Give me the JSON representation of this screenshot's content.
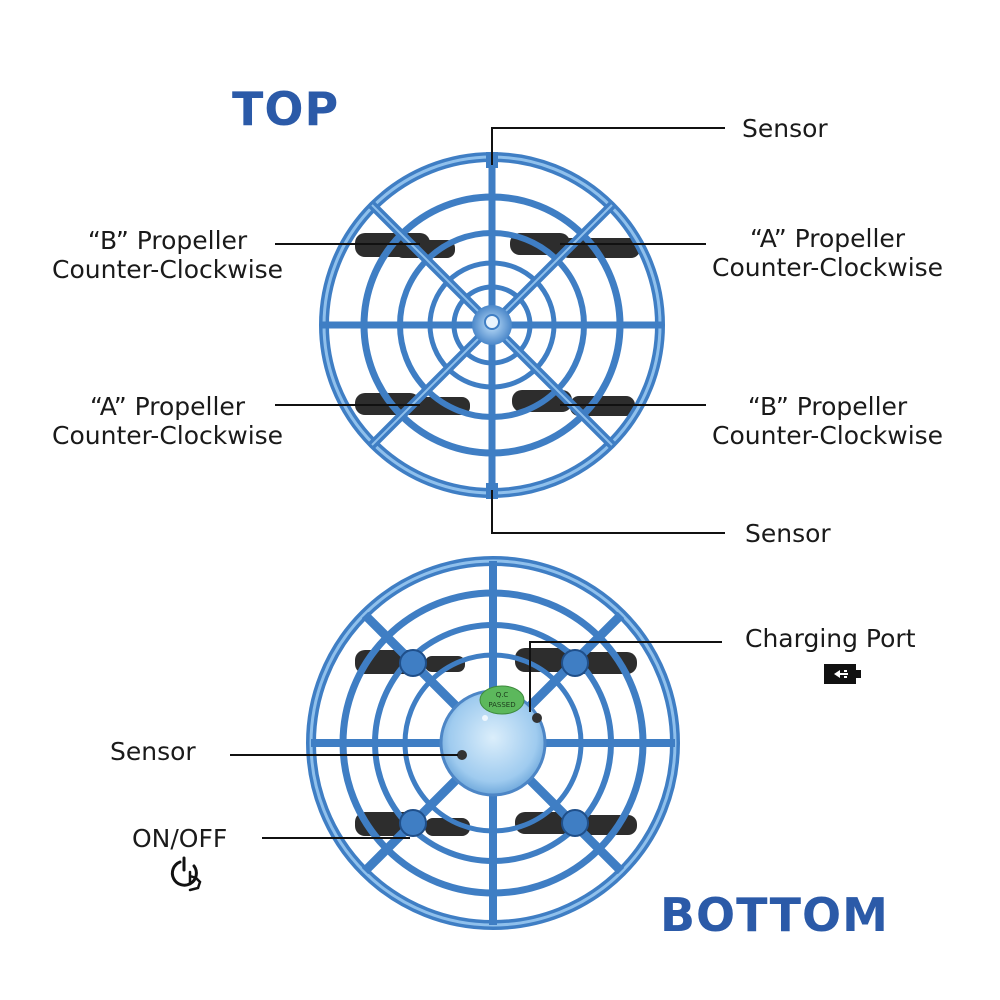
{
  "headings": {
    "top": "TOP",
    "bottom": "BOTTOM"
  },
  "top_view": {
    "labels": {
      "sensor_top": "Sensor",
      "sensor_bottom": "Sensor",
      "left_upper": {
        "line1": "“B”  Propeller",
        "line2": "Counter-Clockwise"
      },
      "left_lower": {
        "line1": "“A”  Propeller",
        "line2": "Counter-Clockwise"
      },
      "right_upper": {
        "line1": "“A”  Propeller",
        "line2": "Counter-Clockwise"
      },
      "right_lower": {
        "line1": "“B”  Propeller",
        "line2": "Counter-Clockwise"
      }
    }
  },
  "bottom_view": {
    "labels": {
      "charging_port": "Charging Port",
      "sensor": "Sensor",
      "on_off": "ON/OFF"
    },
    "qc_sticker": {
      "line1": "Q.C",
      "line2": "PASSED"
    }
  },
  "icons": {
    "charging": "battery-charging-icon",
    "power": "power-touch-icon"
  },
  "colors": {
    "heading": "#2b5aa8",
    "cage": "#3f7ec4",
    "cage_light": "#8fc0ec",
    "propeller": "#2a2a2a",
    "sticker": "#5cb85c"
  }
}
